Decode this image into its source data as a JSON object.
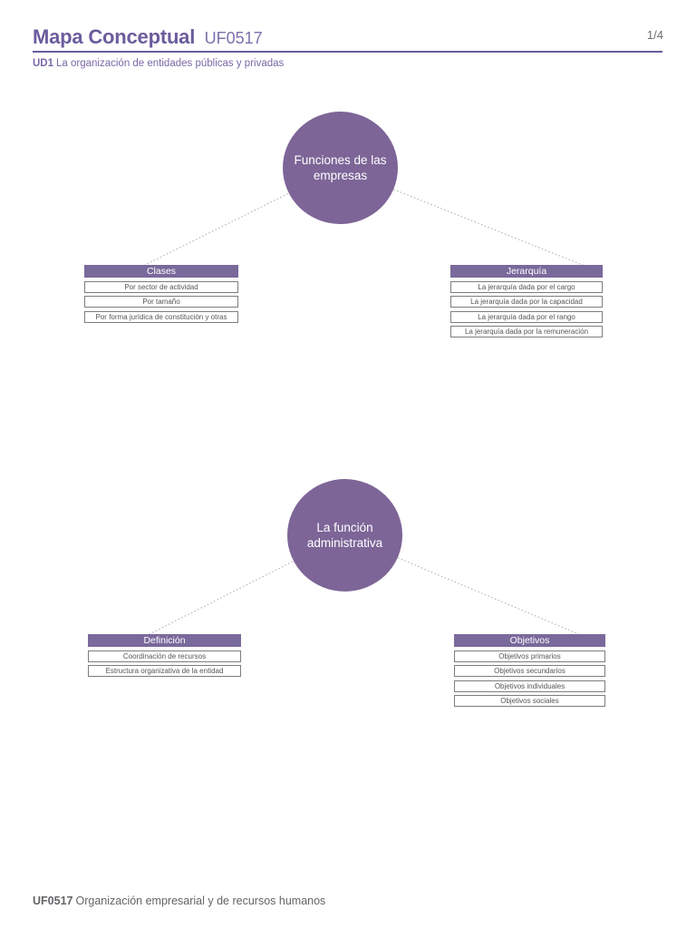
{
  "page": {
    "title": "Mapa Conceptual",
    "title_code": "UF0517",
    "page_number": "1/4",
    "subtitle_code": "UD1",
    "subtitle_text": "La organización de entidades públicas y privadas",
    "footer_code": "UF0517",
    "footer_text": "Organización empresarial y de recursos humanos"
  },
  "colors": {
    "title_purple": "#6b5c9d",
    "circle_purple": "#7d6597",
    "bar_purple": "#7a699b",
    "item_text_gray": "#55565a",
    "connector_gray": "#a8aaad"
  },
  "maps": [
    {
      "root": "Funciones de las empresas",
      "root_lines": {
        "line1": "Funciones de las",
        "line2": "empresas"
      },
      "branches": [
        {
          "title": "Clases",
          "items": [
            "Por sector de actividad",
            "Por tamaño",
            "Por forma jurídica de constitución y otras"
          ]
        },
        {
          "title": "Jerarquía",
          "items": [
            "La jerarquía dada por el cargo",
            "La jerarquía dada por la capacidad",
            "La jerarquía dada por el rango",
            "La jerarquía dada por la remuneración"
          ]
        }
      ]
    },
    {
      "root": "La función administrativa",
      "root_lines": {
        "line1": "La función",
        "line2": "administrativa"
      },
      "branches": [
        {
          "title": "Definición",
          "items": [
            "Coordinación de recursos",
            "Estructura organizativa de la entidad"
          ]
        },
        {
          "title": "Objetivos",
          "items": [
            "Objetivos primarios",
            "Objetivos secundarios",
            "Objetivos individuales",
            "Objetivos sociales"
          ]
        }
      ]
    }
  ]
}
